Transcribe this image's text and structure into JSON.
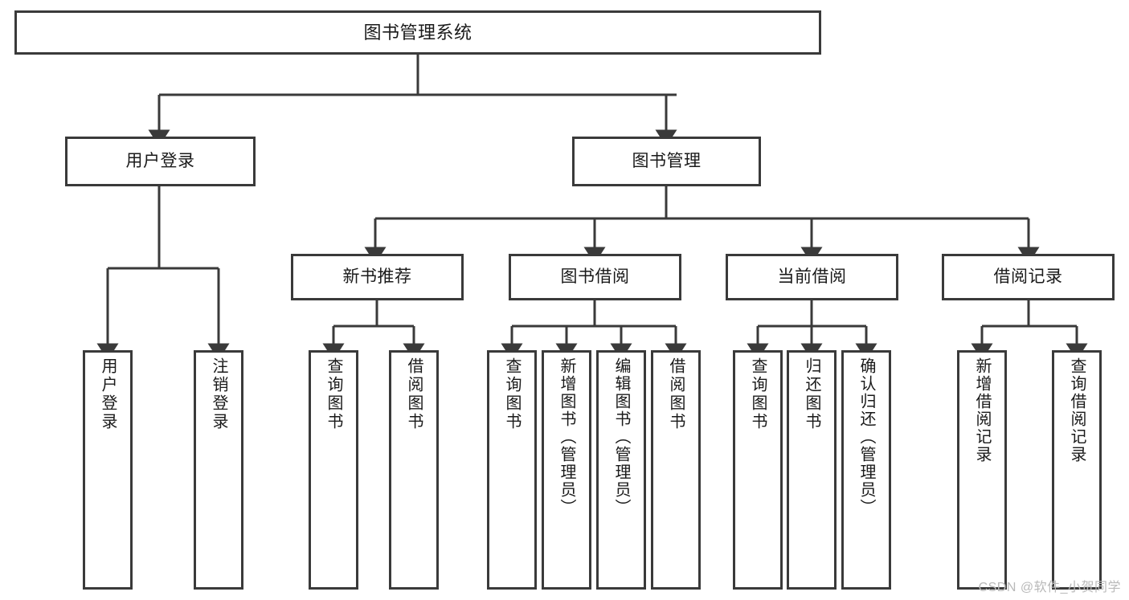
{
  "diagram": {
    "type": "tree-hierarchy",
    "title": "图书管理系统",
    "watermark": "CSDN @软件_小贺同学",
    "colors": {
      "box_border": "#3a3a3a",
      "box_fill": "#ffffff",
      "connector": "#3a3a3a",
      "text": "#1a1a1a",
      "watermark": "#b9b9b9"
    },
    "nodes": {
      "root": {
        "label": "图书管理系统",
        "level": 1
      },
      "level2": [
        {
          "label": "用户登录"
        },
        {
          "label": "图书管理"
        }
      ],
      "level3": [
        {
          "label": "新书推荐"
        },
        {
          "label": "图书借阅"
        },
        {
          "label": "当前借阅"
        },
        {
          "label": "借阅记录"
        }
      ],
      "leaves": {
        "user_login": [
          {
            "label": "用户登录"
          },
          {
            "label": "注销登录"
          }
        ],
        "new_book_recommend": [
          {
            "label": "查询图书"
          },
          {
            "label": "借阅图书"
          }
        ],
        "book_borrow": [
          {
            "label": "查询图书"
          },
          {
            "label": "新增图书（管理员）"
          },
          {
            "label": "编辑图书（管理员）"
          },
          {
            "label": "借阅图书"
          }
        ],
        "current_borrow": [
          {
            "label": "查询图书"
          },
          {
            "label": "归还图书"
          },
          {
            "label": "确认归还（管理员）"
          }
        ],
        "borrow_record": [
          {
            "label": "新增借阅记录"
          },
          {
            "label": "查询借阅记录"
          }
        ]
      }
    }
  }
}
